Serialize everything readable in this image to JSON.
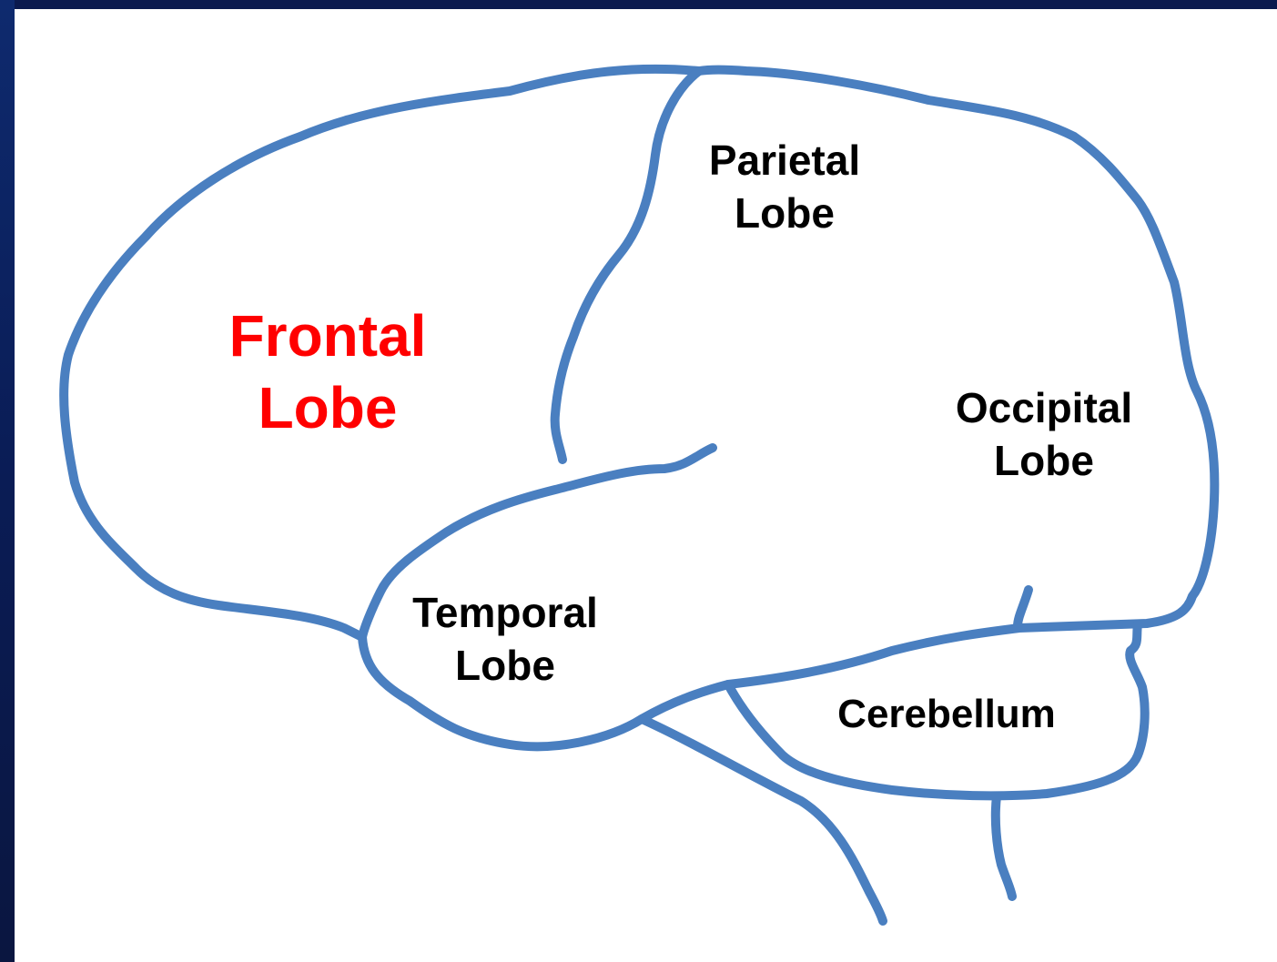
{
  "lobes": {
    "frontal": {
      "line1": "Frontal",
      "line2": "Lobe",
      "color": "#ff0000"
    },
    "parietal": {
      "line1": "Parietal",
      "line2": "Lobe"
    },
    "occipital": {
      "line1": "Occipital",
      "line2": "Lobe"
    },
    "temporal": {
      "line1": "Temporal",
      "line2": "Lobe"
    },
    "cerebellum": {
      "line1": "Cerebellum"
    }
  },
  "colors": {
    "outline": "#4a7fc0",
    "background": "#0a1850",
    "paper": "#ffffff",
    "label_text": "#000000"
  }
}
